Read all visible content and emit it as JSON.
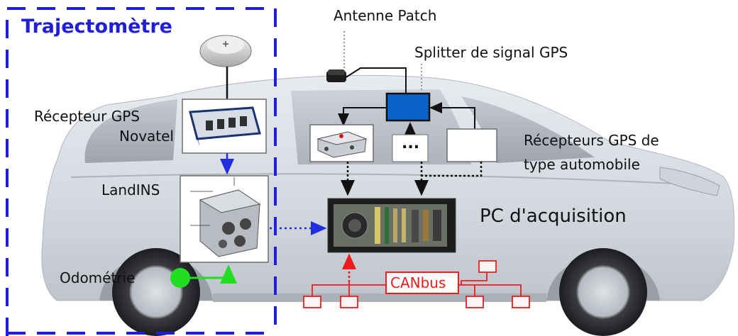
{
  "labels": {
    "trajectometre": "Trajectomètre",
    "antenne": "Antenne Patch",
    "splitter": "Splitter de signal GPS",
    "recepteur_line1": "Récepteur GPS",
    "recepteur_line2": "Novatel",
    "landins": "LandINS",
    "odometrie": "Odométrie",
    "recepteurs_line1": "Récepteurs GPS de",
    "recepteurs_line2": "type automobile",
    "pc": "PC d'acquisition",
    "ellipsis": "...",
    "canbus": "CANbus"
  },
  "colors": {
    "trajectometre_box": "#1f1fd9",
    "canbus": "#ee1c1c",
    "odometrie": "#22dd22",
    "splitter": "#0a64c8",
    "arrow_blue": "#1f2fe0"
  }
}
